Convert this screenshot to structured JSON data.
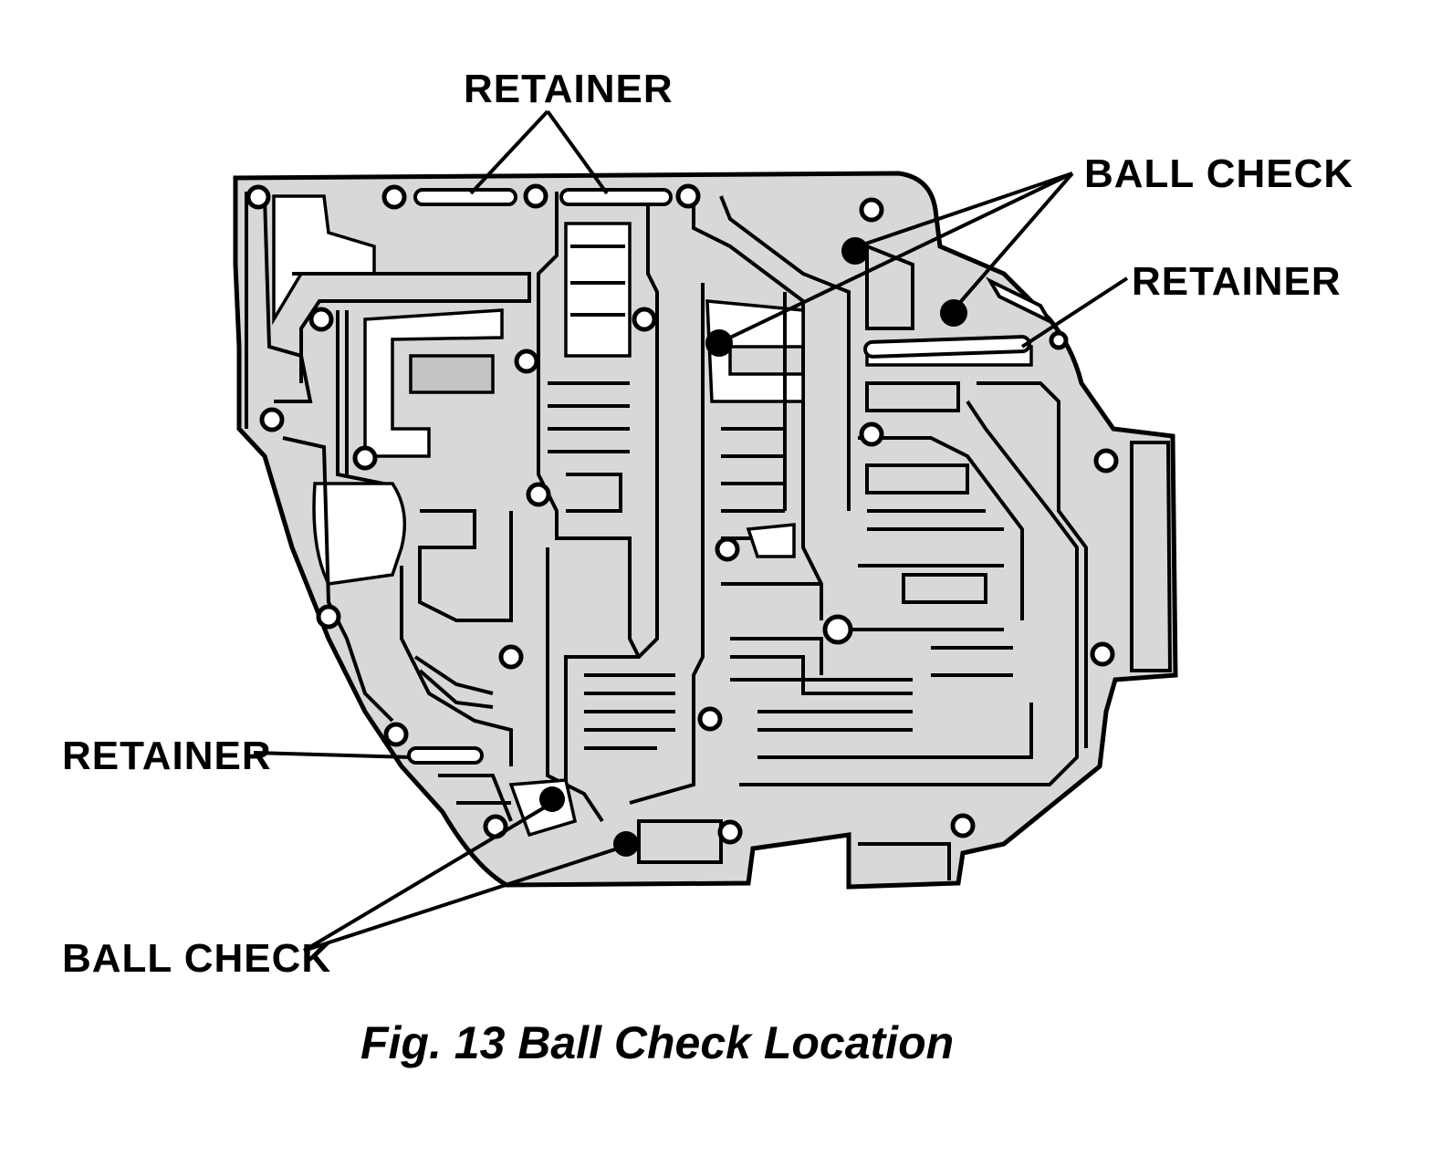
{
  "labels": {
    "retainer_top": "RETAINER",
    "ball_check_top_right": "BALL CHECK",
    "retainer_right": "RETAINER",
    "retainer_left": "RETAINER",
    "ball_check_bottom_left": "BALL CHECK"
  },
  "caption": "Fig. 13 Ball Check Location",
  "colors": {
    "ink": "#000000",
    "casting": "#d8d8d8",
    "background": "#ffffff"
  }
}
